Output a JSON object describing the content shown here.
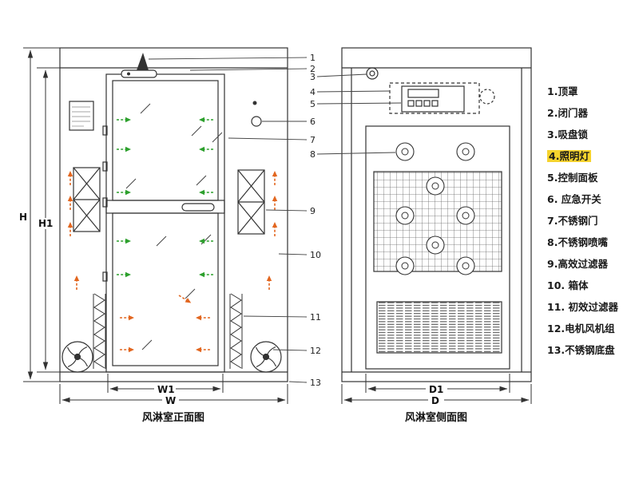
{
  "colors": {
    "line": "#333333",
    "green_arrow": "#2da02d",
    "orange_arrow": "#e2661f",
    "highlight": "#f6d32d"
  },
  "front_view": {
    "caption": "风淋室正面图",
    "dim_h": "H",
    "dim_h1": "H1",
    "dim_w1": "W1",
    "dim_w": "W"
  },
  "side_view": {
    "caption": "风淋室侧面图",
    "dim_d1": "D1",
    "dim_d": "D"
  },
  "callouts": [
    "1",
    "2",
    "3",
    "4",
    "5",
    "6",
    "7",
    "8",
    "9",
    "10",
    "11",
    "12",
    "13"
  ],
  "legend": {
    "items": [
      {
        "label": "1.顶罩"
      },
      {
        "label": "2.闭门器"
      },
      {
        "label": "3.吸盘锁"
      },
      {
        "label": "4.照明灯",
        "highlighted": true
      },
      {
        "label": "5.控制面板"
      },
      {
        "label": "6. 应急开关"
      },
      {
        "label": "7.不锈钢门"
      },
      {
        "label": "8.不锈钢喷嘴"
      },
      {
        "label": "9.高效过滤器"
      },
      {
        "label": "10. 箱体"
      },
      {
        "label": "11. 初效过滤器"
      },
      {
        "label": "12.电机风机组"
      },
      {
        "label": "13.不锈钢底盘"
      }
    ]
  }
}
